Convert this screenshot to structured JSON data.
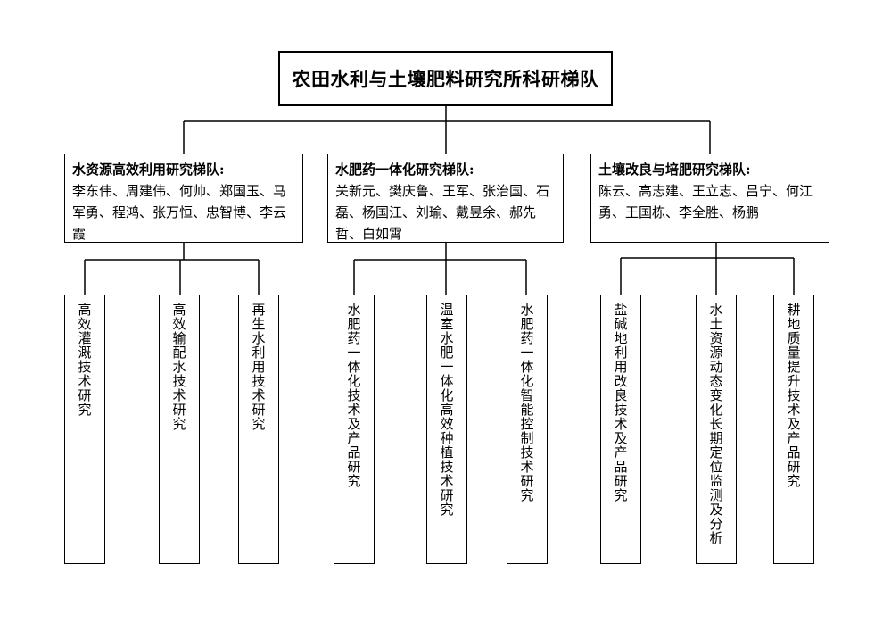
{
  "title": "农田水利与土壤肥料研究所科研梯队",
  "teams": [
    {
      "name": "水资源高效利用研究梯队:",
      "members": "李东伟、周建伟、何帅、郑国玉、马军勇、程鸿、张万恒、忠智博、李云霞",
      "topics": [
        "高效灌溉技术研究",
        "高效输配水技术研究",
        "再生水利用技术研究"
      ]
    },
    {
      "name": "水肥药一体化研究梯队:",
      "members": "关新元、樊庆鲁、王军、张治国、石磊、杨国江、刘瑜、戴昱余、郝先哲、白如霄",
      "topics": [
        "水肥药一体化技术及产品研究",
        "温室水肥一体化高效种植技术研究",
        "水肥药一体化智能控制技术研究"
      ]
    },
    {
      "name": "土壤改良与培肥研究梯队:",
      "members": "陈云、高志建、王立志、吕宁、何江勇、王国栋、李全胜、杨鹏",
      "topics": [
        "盐碱地利用改良技术及产品研究",
        "水土资源动态变化长期定位监测及分析",
        "耕地质量提升技术及产品研究"
      ]
    }
  ]
}
